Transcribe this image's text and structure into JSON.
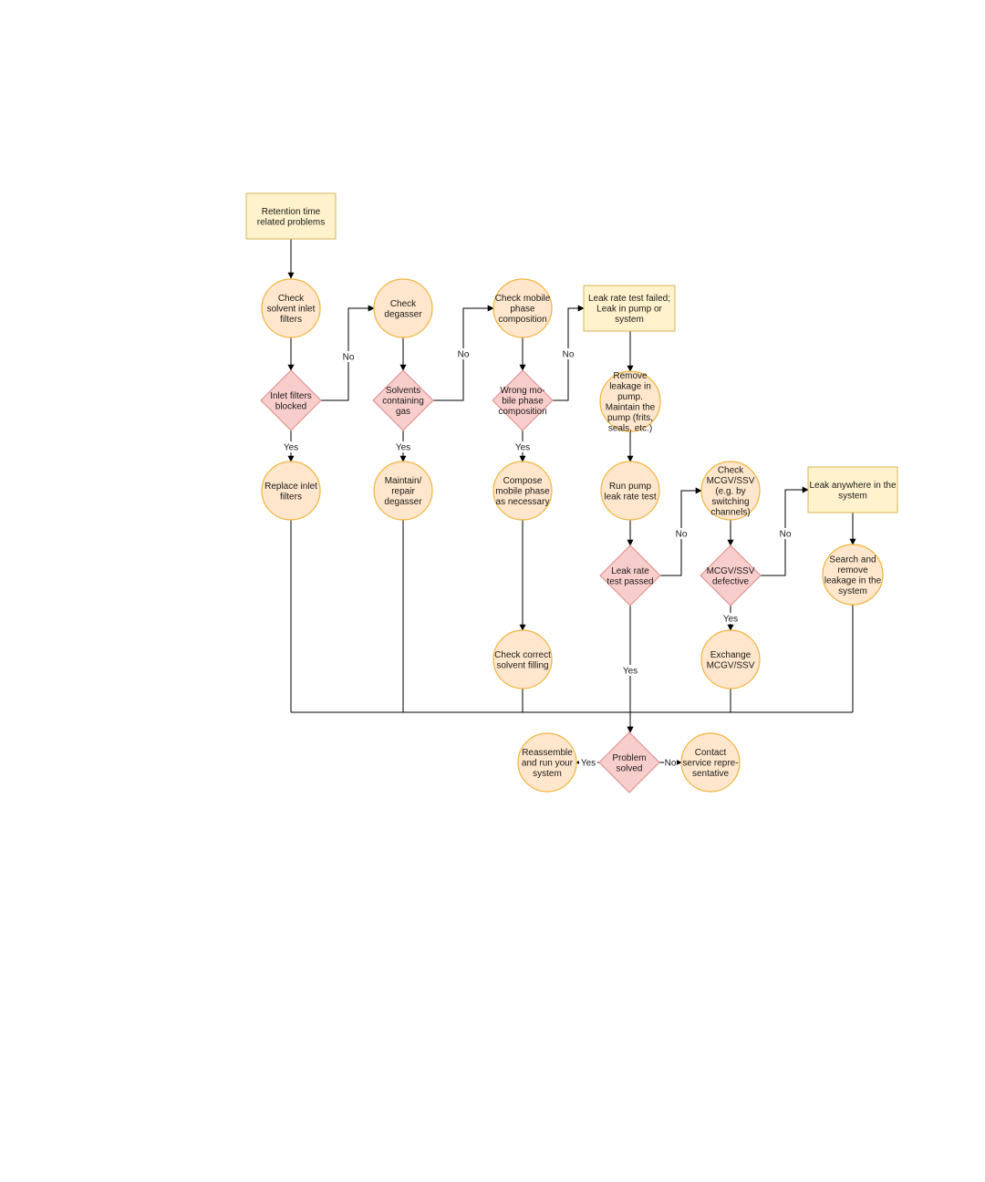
{
  "colors": {
    "box_fill": "#fff2cc",
    "box_stroke": "#d6b656",
    "circle_fill": "#ffe6cc",
    "circle_stroke": "#f0b43c",
    "diamond_fill": "#f8cecc",
    "diamond_stroke": "#e08a8a",
    "edge": "#000000"
  },
  "nodes": {
    "retention": [
      "Retention time",
      "related problems"
    ],
    "check_filters": [
      "Check",
      "solvent inlet",
      "filters"
    ],
    "filters_blocked": [
      "Inlet filters",
      "blocked"
    ],
    "replace_filters": [
      "Replace inlet",
      "filters"
    ],
    "check_degasser": [
      "Check",
      "degasser"
    ],
    "solvents_gas": [
      "Solvents",
      "containing",
      "gas"
    ],
    "maintain_degasser": [
      "Maintain/",
      "repair",
      "degasser"
    ],
    "check_mobile": [
      "Check mobile",
      "phase",
      "composition"
    ],
    "wrong_mobile": [
      "Wrong mo-",
      "bile phase",
      "composition"
    ],
    "compose_mobile": [
      "Compose",
      "mobile phase",
      "as necessary"
    ],
    "check_filling": [
      "Check correct",
      "solvent filling"
    ],
    "leak_failed": [
      "Leak rate test failed;",
      "Leak in pump or",
      "system"
    ],
    "remove_leak_pump": [
      "Remove",
      "leakage in",
      "pump.",
      "Maintain the",
      "pump (frits,",
      "seals, etc.)"
    ],
    "run_leak_test": [
      "Run pump",
      "leak rate test"
    ],
    "leak_passed": [
      "Leak rate",
      "test passed"
    ],
    "check_mcgv": [
      "Check",
      "MCGV/SSV",
      "(e.g. by",
      "switching",
      "channels)"
    ],
    "mcgv_defective": [
      "MCGV/SSV",
      "defective"
    ],
    "exchange_mcgv": [
      "Exchange",
      "MCGV/SSV"
    ],
    "leak_anywhere": [
      "Leak anywhere in the",
      "system"
    ],
    "search_remove": [
      "Search and",
      "remove",
      "leakage in the",
      "system"
    ],
    "problem_solved": [
      "Problem",
      "solved"
    ],
    "reassemble": [
      "Reassemble",
      "and run your",
      "system"
    ],
    "contact_service": [
      "Contact",
      "service repre-",
      "sentative"
    ]
  },
  "edge_labels": {
    "yes": "Yes",
    "no": "No"
  }
}
